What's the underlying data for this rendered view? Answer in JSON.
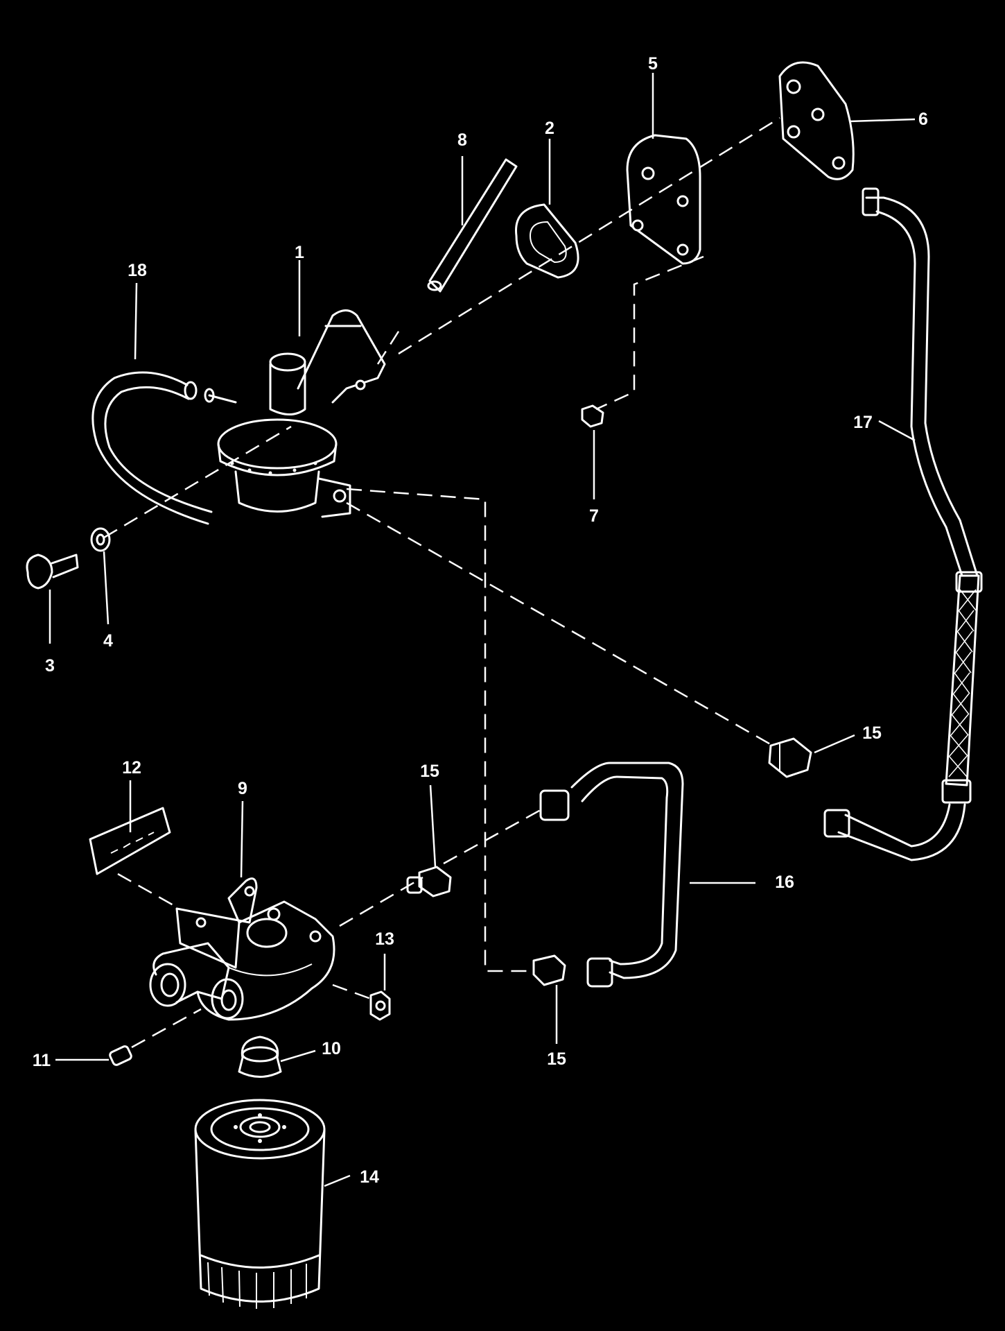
{
  "callouts": [
    {
      "id": "1",
      "label": "1"
    },
    {
      "id": "2",
      "label": "2"
    },
    {
      "id": "3",
      "label": "3"
    },
    {
      "id": "4",
      "label": "4"
    },
    {
      "id": "5",
      "label": "5"
    },
    {
      "id": "6",
      "label": "6"
    },
    {
      "id": "7",
      "label": "7"
    },
    {
      "id": "8",
      "label": "8"
    },
    {
      "id": "9",
      "label": "9"
    },
    {
      "id": "10",
      "label": "10"
    },
    {
      "id": "11",
      "label": "11"
    },
    {
      "id": "12",
      "label": "12"
    },
    {
      "id": "13",
      "label": "13"
    },
    {
      "id": "14",
      "label": "14"
    },
    {
      "id": "15a",
      "label": "15"
    },
    {
      "id": "15b",
      "label": "15"
    },
    {
      "id": "15c",
      "label": "15"
    },
    {
      "id": "16",
      "label": "16"
    },
    {
      "id": "17",
      "label": "17"
    },
    {
      "id": "18",
      "label": "18"
    }
  ],
  "colors": {
    "background": "#000000",
    "linework": "#ffffff"
  }
}
